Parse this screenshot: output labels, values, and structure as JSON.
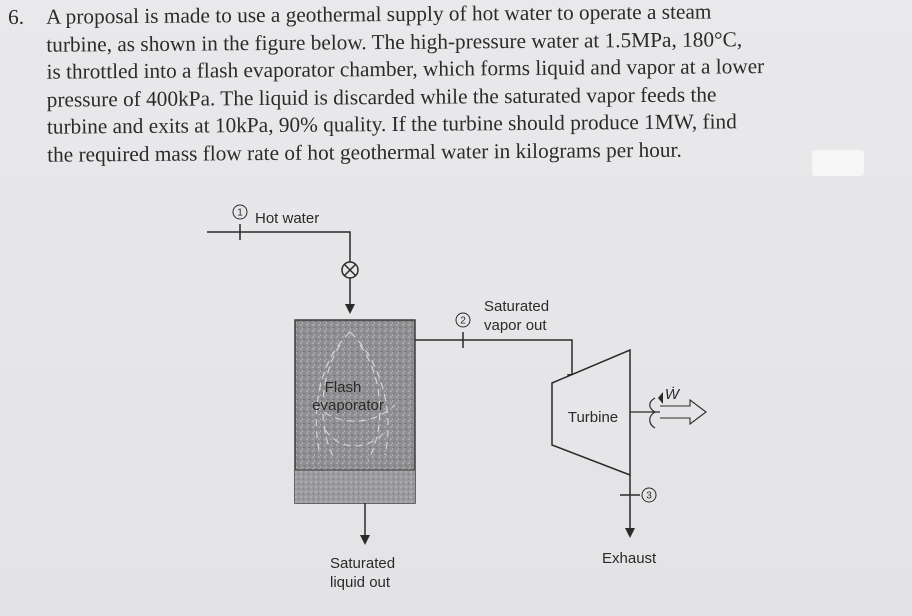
{
  "problem": {
    "number": "6.",
    "lines": [
      "A proposal is made to use a geothermal supply of hot water to operate a steam",
      "turbine, as shown in the figure below.   The high-pressure water at 1.5MPa, 180°C,",
      "is throttled into a flash evaporator chamber, which forms liquid and vapor at a lower",
      "pressure of 400kPa.   The liquid is discarded while the saturated vapor feeds the",
      "turbine and exits at 10kPa, 90% quality.   If the turbine should produce 1MW, find",
      "the required mass flow rate of hot geothermal water in kilograms per hour."
    ]
  },
  "diagram": {
    "state1": "1",
    "state2": "2",
    "state3": "3",
    "hot_water": "Hot water",
    "flash_line1": "Flash",
    "flash_line2": "evaporator",
    "sat_vapor_line1": "Saturated",
    "sat_vapor_line2": "vapor out",
    "sat_liquid_line1": "Saturated",
    "sat_liquid_line2": "liquid out",
    "turbine": "Turbine",
    "work": "Ẇ",
    "exhaust": "Exhaust"
  }
}
